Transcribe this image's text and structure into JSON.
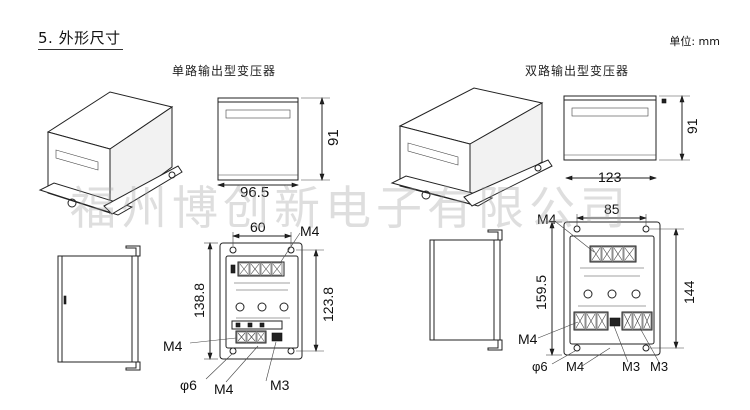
{
  "heading": "5. 外形尺寸",
  "unit_label": "单位: mm",
  "watermark": "福州博创新电子有限公司",
  "single": {
    "title": "单路输出型变压器",
    "dims": {
      "side_height": "91",
      "side_width": "96.5",
      "hole_spacing": "60",
      "height_outer": "138.8",
      "height_inner": "123.8",
      "terminal_top": "M4",
      "terminal_bottom": "M4",
      "hole_dia": "φ6",
      "screw_bottom": "M4",
      "screw_m3": "M3"
    }
  },
  "dual": {
    "title": "双路输出型变压器",
    "dims": {
      "side_height": "91",
      "side_width": "123",
      "hole_spacing": "85",
      "height_outer": "159.5",
      "height_inner": "144",
      "terminal_top": "M4",
      "terminal_left": "M4",
      "hole_dia": "φ6",
      "screw_bottom": "M4",
      "screw_m3": "M3",
      "terminal_right": "M3"
    }
  }
}
